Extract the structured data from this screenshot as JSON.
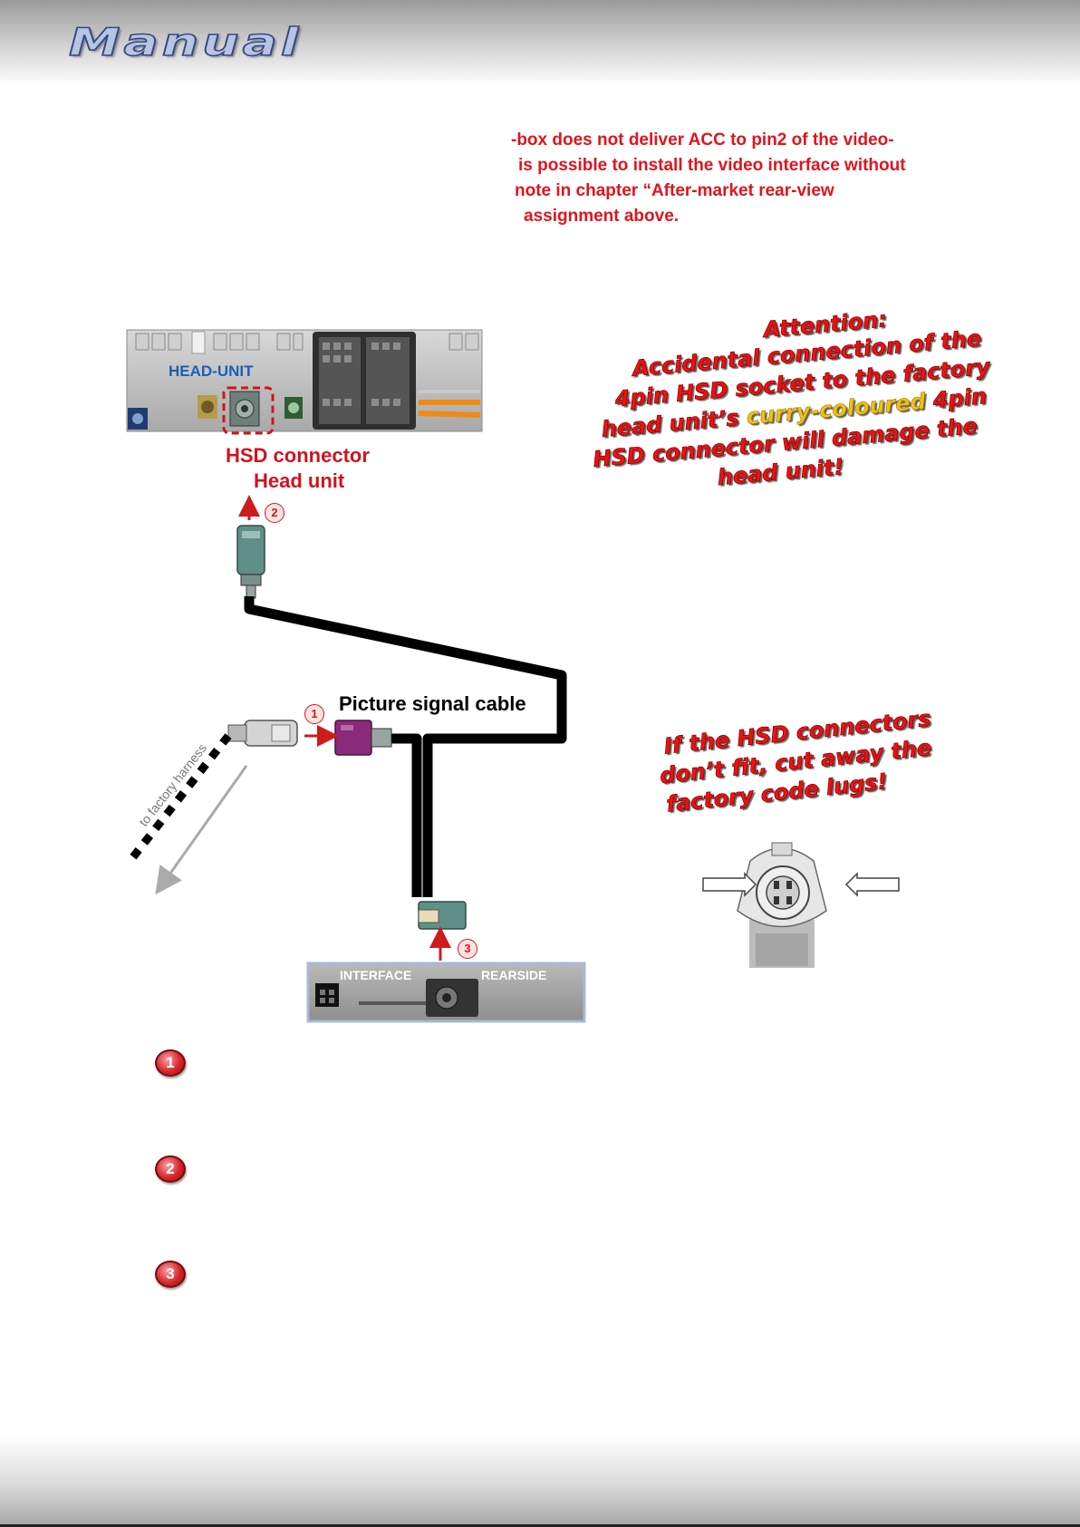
{
  "header": {
    "title": "Manual"
  },
  "warning_text": [
    "-box does not deliver ACC to pin2 of the video-",
    "is possible to install the video interface without",
    "note in chapter “After-market rear-view",
    "assignment above."
  ],
  "diagram": {
    "head_unit_label": "HEAD-UNIT",
    "hsd_connector_label_line1": "HSD connector",
    "hsd_connector_label_line2": "Head unit",
    "picture_signal_cable_label": "Picture signal cable",
    "factory_harness_label": "to factory harness",
    "interface_label": "INTERFACE",
    "rearside_label": "REARSIDE",
    "step_markers": [
      "1",
      "2",
      "3"
    ]
  },
  "attention": {
    "line1": "Attention:",
    "line2": "Accidental connection of the",
    "line3": "4pin HSD socket to the factory",
    "line4_prefix": "head unit’s ",
    "line4_highlight": "curry-coloured",
    "line4_suffix": " 4pin",
    "line5": "HSD connector will damage the",
    "line6": "head unit!"
  },
  "cut_note": {
    "line1": "If the HSD connectors",
    "line2": "don’t fit, cut away the",
    "line3": "factory code lugs!"
  },
  "steps": [
    {
      "number": "1"
    },
    {
      "number": "2"
    },
    {
      "number": "3"
    }
  ],
  "colors": {
    "warning_red": "#e0141c",
    "head_unit_blue": "#1a5fb4",
    "connector_violet": "#8a2a7a",
    "connector_teal": "#5f8f86",
    "curry_yellow": "#f2c013"
  }
}
